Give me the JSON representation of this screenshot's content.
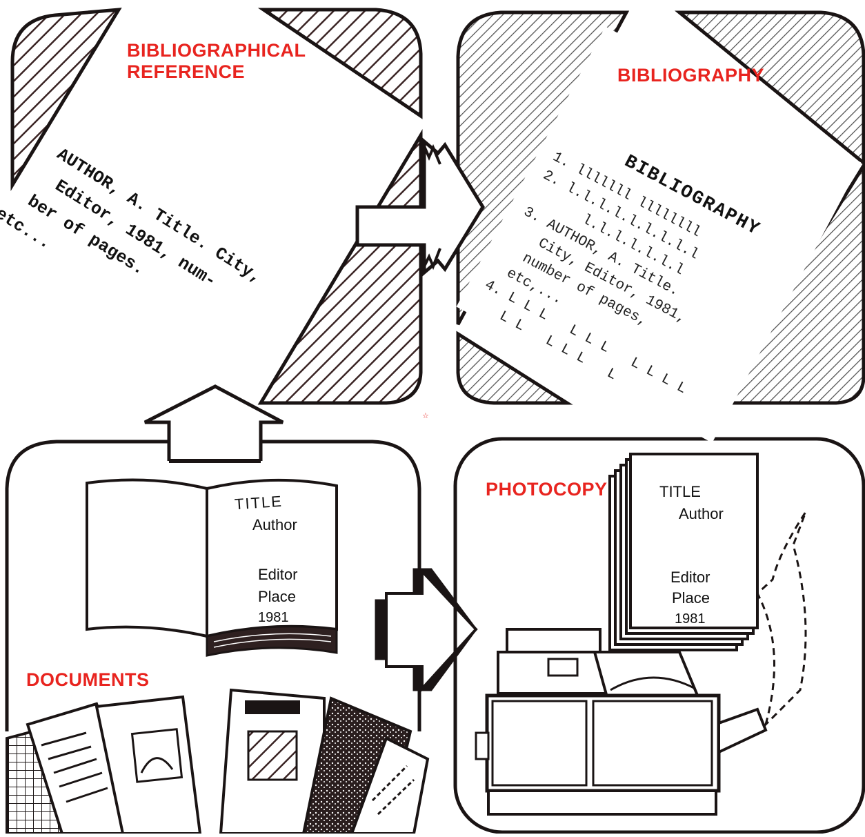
{
  "colors": {
    "label": "#e8241f",
    "ink": "#1a1414",
    "hatch_dark": "#3a2424",
    "hatch_gray": "#4f4f4f",
    "paper": "#ffffff"
  },
  "panels": {
    "reference": {
      "label_line1": "BIBLIOGRAPHICAL",
      "label_line2": "REFERENCE",
      "entry_lines": [
        "AUTHOR, A. Title. City,",
        "Editor, 1981, num-",
        "ber of pages.",
        "etc..."
      ]
    },
    "bibliography": {
      "label": "BIBLIOGRAPHY",
      "sheet_heading": "BIBLIOGRAPHY",
      "items": [
        {
          "number": "1.",
          "text": "lllllll llllllll"
        },
        {
          "number": "2.",
          "text": "l.l.l.l.l.l.l.l.l"
        },
        {
          "number": "",
          "text": "l.l.l.l.l.l.l"
        },
        {
          "number": "3.",
          "text": "AUTHOR, A. Title."
        },
        {
          "number": "",
          "text": "City, Editor, 1981,"
        },
        {
          "number": "",
          "text": "number of pages,"
        },
        {
          "number": "",
          "text": "etc,..."
        },
        {
          "number": "4.",
          "text": "L L L   L L L   L L L L"
        },
        {
          "number": "",
          "text": "L L   L L L   L"
        }
      ]
    },
    "documents": {
      "label": "DOCUMENTS",
      "book_title": "TITLE",
      "book_author": "Author",
      "book_editor": "Editor",
      "book_place": "Place",
      "book_year": "1981"
    },
    "photocopy": {
      "label": "PHOTOCOPY",
      "copy_title": "TITLE",
      "copy_author": "Author",
      "copy_editor": "Editor",
      "copy_place": "Place",
      "copy_year": "1981"
    }
  }
}
